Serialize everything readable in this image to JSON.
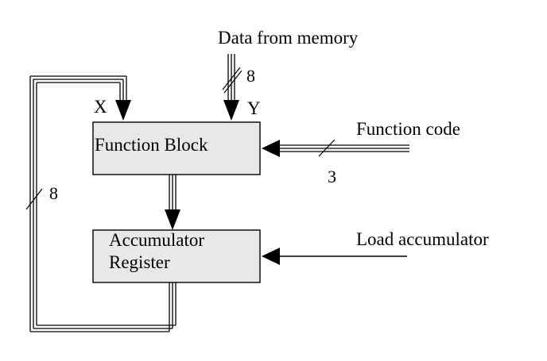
{
  "labels": {
    "data_from_memory": "Data from memory",
    "data_width": "8",
    "input_x": "X",
    "input_y": "Y",
    "function_block": "Function Block",
    "function_code": "Function code",
    "function_code_width": "3",
    "feedback_width": "8",
    "accumulator_line1": "Accumulator",
    "accumulator_line2": "Register",
    "load_accumulator": "Load accumulator"
  }
}
